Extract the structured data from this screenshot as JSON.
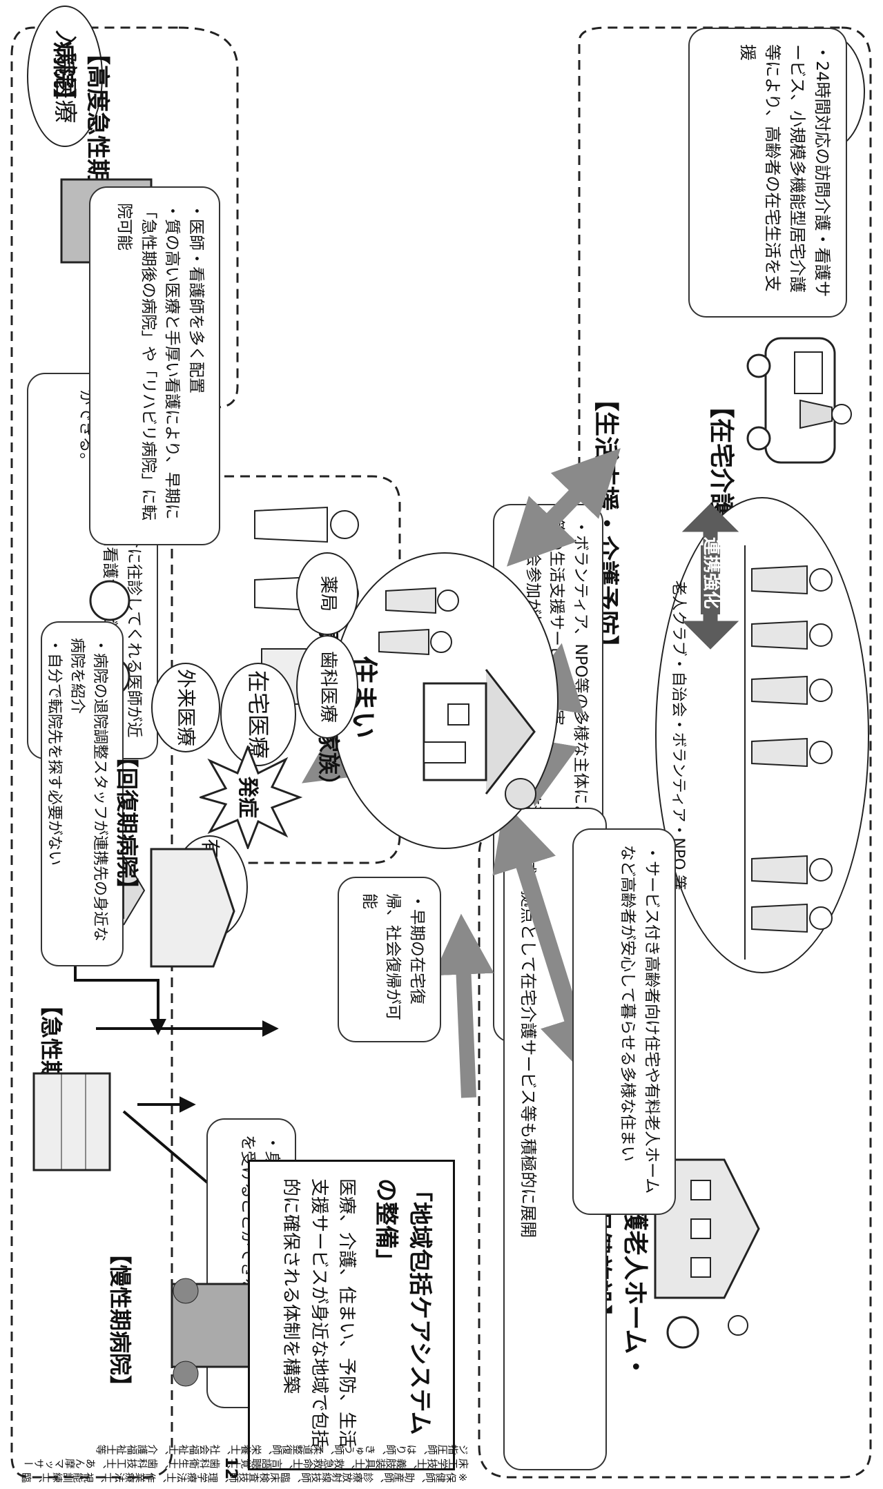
{
  "page_number": "12",
  "sections": {
    "nursing_care": "介護",
    "inpatient": "入院医療"
  },
  "nursing": {
    "home_care": {
      "title": "【在宅介護サービス】",
      "text": "・24時間対応の訪問介護・看護サービス、小規模多機能型居宅介護等により、高齢者の在宅生活を支援"
    },
    "life_support": {
      "title": "【生活支援・介護予防】",
      "caption": "老人クラブ・自治会・ボランティア・NPO 等",
      "bullets": [
        "・ボランティア、NPO等の多様な主体による見守り、配食、買い物支援等の生活支援サービスが充実",
        "・社会参加が推進され地域での介護予防活動が充実"
      ]
    },
    "facility": {
      "title_line1": "【特別養護老人ホーム・",
      "title_line2": "老人保健施設】",
      "note": "・地域の拠点として在宅介護サービス等も積極的に展開"
    }
  },
  "center": {
    "label_line1": "住まい",
    "label_line2": "（患者さん・家族）",
    "housing_note": "・サービス付き高齢者向け住宅や有料老人ホームなど高齢者が安心して暮らせる多様な住まい"
  },
  "coordination": "連携強化",
  "outpatient": {
    "doctor_note": "・いつでも必要な場合に往診してくれる医師が近くにいて、必要な訪問看護サービスを受けることができる。",
    "outpatient_care": "外来医療",
    "home_medical": "在宅医療",
    "dental": "歯科医療",
    "pharmacy": "薬局"
  },
  "onset": "発症",
  "clinic": "有床診療所",
  "early_return": "・早期の在宅復帰、社会復帰が可能",
  "hospitals": {
    "advanced": {
      "title_line1": "【高度急性期",
      "title_line2": "病院】",
      "bullets": [
        "・医師・看護師を多く配置",
        "・質の高い医療と手厚い看護により、早期に「急性期後の病院」や「リハビリ病院」に転院可能"
      ]
    },
    "acute": {
      "title": "【急性期病院】"
    },
    "recovery": {
      "title": "【回復期病院】"
    },
    "chronic": {
      "title": "【慢性期病院】"
    },
    "transfer_note": [
      "・病院の退院調整スタッフが連携先の身近な病院を紹介",
      "・自分で転院先を探す必要がない"
    ],
    "rehab_note": "・身近なところで集中的なリハビリを受けることができる。"
  },
  "framework": {
    "title": "「地域包括ケアシステムの整備」",
    "body": "医療、介護、住まい、予防、生活支援サービスが身近な地域で包括的に確保される体制を構築"
  },
  "footnote": "※保健師、助産師、診療放射線技師、臨床検査技師、理学療法士、作業療法士、視能訓練士、臨床工学技士、義肢装具士、救急救命士、言語聴覚士、歯科衛生士、歯科技工士、あん摩マッサージ指圧師、はり師、きゅう師、柔道整復師、栄養士、社会福祉士、介護福祉士等",
  "colors": {
    "arrow": "#8a8a8a",
    "dark_arrow": "#5c5c5c",
    "ink": "#111111"
  }
}
